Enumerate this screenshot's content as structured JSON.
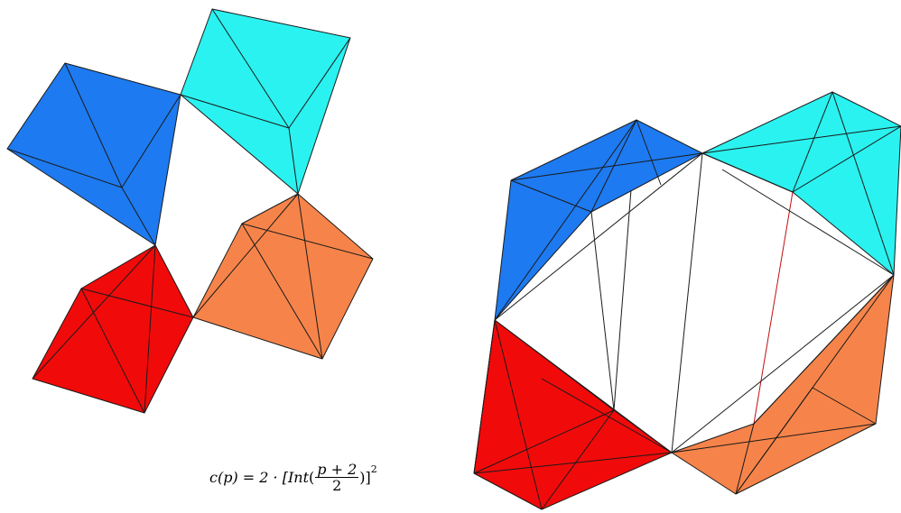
{
  "colors": {
    "blue": "#1e7af0",
    "cyan": "#2af2f0",
    "red": "#f10a0a",
    "orange": "#f6844a",
    "edge_dark": "#1a1a1a",
    "edge_red": "#c01010",
    "background": "#ffffff"
  },
  "formula": {
    "lhs": "c(p) = 2 · [",
    "int_name": "Int",
    "open_paren": "(",
    "numerator": "p + 2",
    "denominator": "2",
    "close": ")]",
    "exponent": "2"
  }
}
